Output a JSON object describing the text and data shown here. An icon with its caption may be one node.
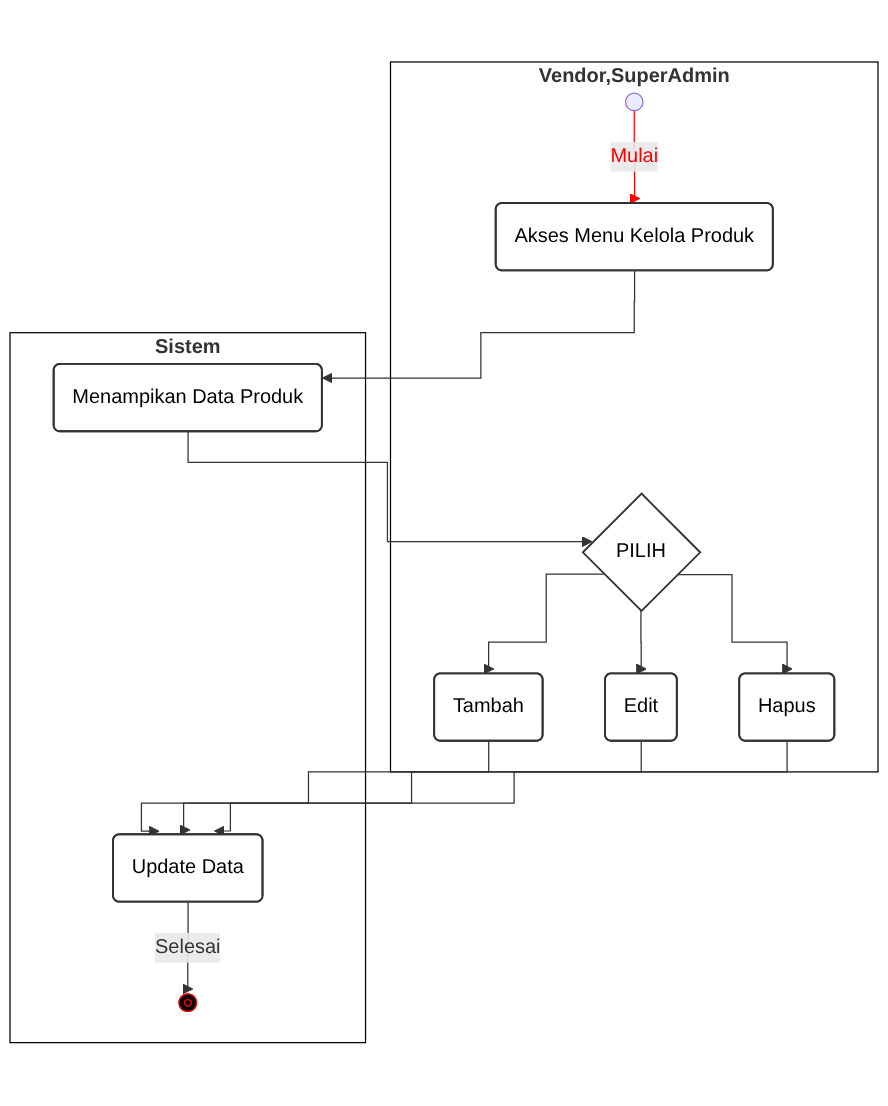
{
  "diagram": {
    "nodes": [
      {
        "text": [
          "Vendor,SuperAdmin"
        ]
      },
      {
        "text": [
          "Sistem"
        ]
      },
      {
        "text": [],
        "shape": "circle",
        "in": 0
      },
      {
        "text": [
          "Akses Menu Kelola Produk"
        ],
        "in": 0
      },
      {
        "text": [
          "Menampikan Data Produk"
        ],
        "in": 1
      },
      {
        "text": [
          "PILIH"
        ],
        "in": 0
      },
      {
        "text": [
          "Tambah"
        ],
        "in": 0
      },
      {
        "text": [
          "Edit"
        ],
        "in": 0
      },
      {
        "text": [
          "Hapus"
        ],
        "in": 0
      },
      {
        "text": [
          "Update Data"
        ],
        "in": 1
      },
      {
        "text": [],
        "shape": "circle",
        "in": 1
      }
    ],
    "edges": [
      {
        "from": 2,
        "to": 3,
        "arrow": "to",
        "label": "Mulai",
        "color": "#ff0000"
      },
      {
        "from": 3,
        "to": 4,
        "arrow": "to"
      },
      {
        "from": 4,
        "to": 5,
        "arrow": "to"
      },
      {
        "from": 5,
        "to": 6,
        "arrow": "to"
      },
      {
        "from": 5,
        "to": 7,
        "arrow": "to"
      },
      {
        "from": 5,
        "to": 8,
        "arrow": "to"
      },
      {
        "from": 6,
        "to": 9,
        "arrow": "to"
      },
      {
        "from": 7,
        "to": 9,
        "arrow": "to"
      },
      {
        "from": 8,
        "to": 9,
        "arrow": "to"
      },
      {
        "from": 9,
        "to": 10,
        "arrow": "to",
        "label": "Selesai"
      }
    ]
  }
}
